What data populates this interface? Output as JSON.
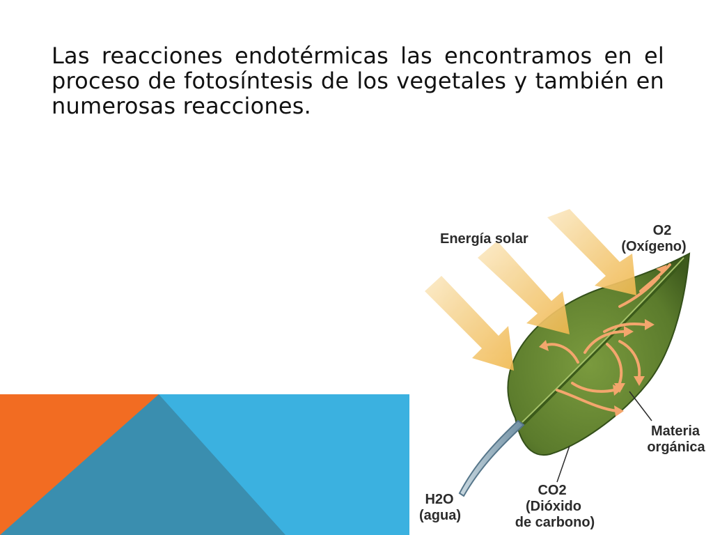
{
  "slide": {
    "paragraph": "Las reacciones endotérmicas las encontramos en el proceso de fotosíntesis de los vegetales y también en numerosas reacciones."
  },
  "figure": {
    "labels": {
      "energia": "Energía solar",
      "o2_symbol": "O2",
      "o2_name": "(Oxígeno)",
      "materia_line1": "Materia",
      "materia_line2": "orgánica",
      "co2_symbol": "CO2",
      "co2_name_line1": "(Dióxido",
      "co2_name_line2": "de carbono)",
      "h2o_symbol": "H2O",
      "h2o_name": "(agua)"
    }
  },
  "colors": {
    "orange_triangle": "#f26c22",
    "dark_teal_triangle": "#3b91b0",
    "light_blue_bar": "#3bb1e0",
    "leaf_green": "#5a7a2c",
    "leaf_dark": "#3f5c1c",
    "sun_arrow": "#f2c266",
    "vein_arrow": "#f4a66d",
    "stem_blue": "#8aa7b8"
  }
}
